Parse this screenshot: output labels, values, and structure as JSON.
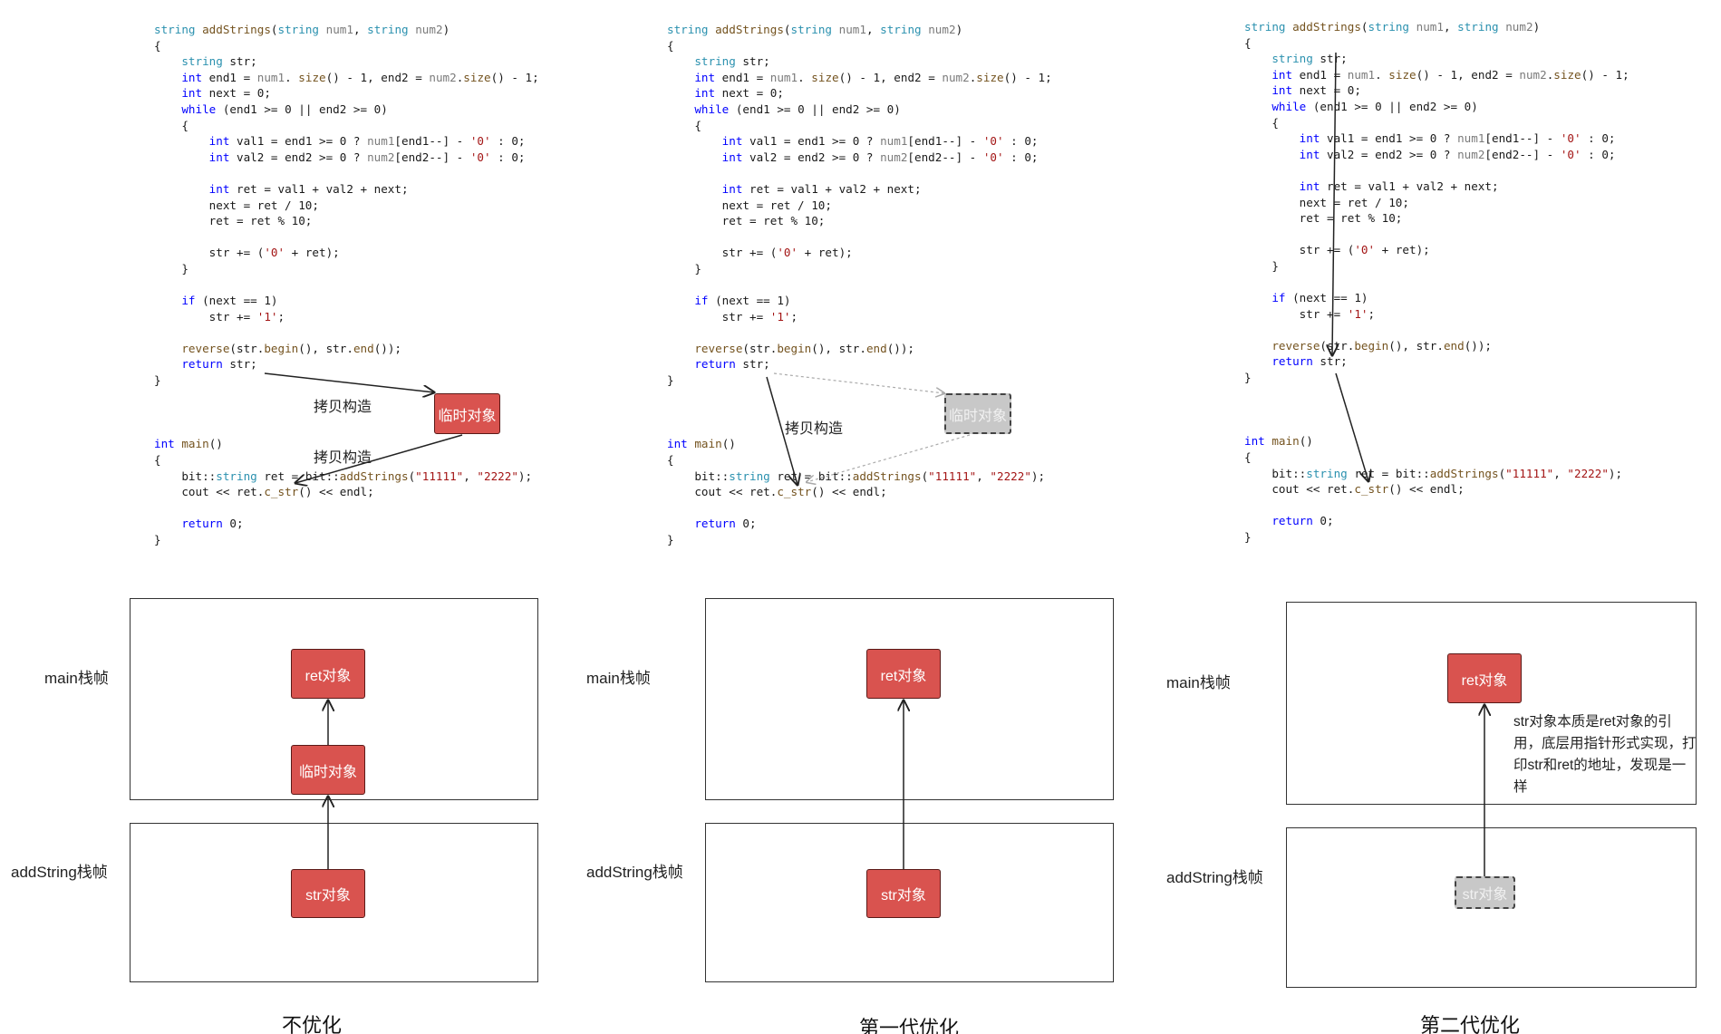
{
  "panels": [
    {
      "caption": "不优化",
      "main_label": "main栈帧",
      "add_label": "addString栈帧",
      "code_annotations": [
        "拷贝构造",
        "拷贝构造"
      ],
      "code_temp_object": "临时对象",
      "stack_objects": {
        "ret": "ret对象",
        "temp": "临时对象",
        "str": "str对象"
      }
    },
    {
      "caption": "第一代优化",
      "main_label": "main栈帧",
      "add_label": "addString栈帧",
      "code_annotations": [
        "拷贝构造"
      ],
      "code_temp_object": "临时对象",
      "stack_objects": {
        "ret": "ret对象",
        "str": "str对象"
      }
    },
    {
      "caption": "第二代优化",
      "main_label": "main栈帧",
      "add_label": "addString栈帧",
      "note": "str对象本质是ret对象的引用，底层用指针形式实现，打印str和ret的地址，发现是一样",
      "stack_objects": {
        "ret": "ret对象",
        "str": "str对象"
      }
    }
  ],
  "code_lines": [
    [
      [
        "ty",
        "string"
      ],
      [
        "",
        " "
      ],
      [
        "fn",
        "addStrings"
      ],
      [
        "",
        "("
      ],
      [
        "ty",
        "string"
      ],
      [
        "",
        " "
      ],
      [
        "op",
        "num1"
      ],
      [
        "",
        ", "
      ],
      [
        "ty",
        "string"
      ],
      [
        "",
        " "
      ],
      [
        "op",
        "num2"
      ],
      [
        "",
        ")"
      ]
    ],
    [
      [
        "",
        "{"
      ]
    ],
    [
      [
        "",
        "    "
      ],
      [
        "ty",
        "string"
      ],
      [
        "",
        " str;"
      ]
    ],
    [
      [
        "",
        "    "
      ],
      [
        "kw",
        "int"
      ],
      [
        "",
        " end1 = "
      ],
      [
        "op",
        "num1"
      ],
      [
        "",
        ". "
      ],
      [
        "fn",
        "size"
      ],
      [
        "",
        "() - 1, end2 = "
      ],
      [
        "op",
        "num2"
      ],
      [
        "",
        "."
      ],
      [
        "fn",
        "size"
      ],
      [
        "",
        "() - 1;"
      ]
    ],
    [
      [
        "",
        "    "
      ],
      [
        "kw",
        "int"
      ],
      [
        "",
        " next = 0;"
      ]
    ],
    [
      [
        "",
        "    "
      ],
      [
        "kw",
        "while"
      ],
      [
        "",
        " (end1 >= 0 || end2 >= 0)"
      ]
    ],
    [
      [
        "",
        "    {"
      ]
    ],
    [
      [
        "",
        "        "
      ],
      [
        "kw",
        "int"
      ],
      [
        "",
        " val1 = end1 >= 0 ? "
      ],
      [
        "op",
        "num1"
      ],
      [
        "",
        "[end1--] - "
      ],
      [
        "ch",
        "'0'"
      ],
      [
        "",
        " : 0;"
      ]
    ],
    [
      [
        "",
        "        "
      ],
      [
        "kw",
        "int"
      ],
      [
        "",
        " val2 = end2 >= 0 ? "
      ],
      [
        "op",
        "num2"
      ],
      [
        "",
        "[end2--] - "
      ],
      [
        "ch",
        "'0'"
      ],
      [
        "",
        " : 0;"
      ]
    ],
    [
      [
        "",
        ""
      ]
    ],
    [
      [
        "",
        "        "
      ],
      [
        "kw",
        "int"
      ],
      [
        "",
        " ret = val1 + val2 + next;"
      ]
    ],
    [
      [
        "",
        "        next = ret / 10;"
      ]
    ],
    [
      [
        "",
        "        ret = ret % 10;"
      ]
    ],
    [
      [
        "",
        ""
      ]
    ],
    [
      [
        "",
        "        str += ("
      ],
      [
        "ch",
        "'0'"
      ],
      [
        "",
        " + ret);"
      ]
    ],
    [
      [
        "",
        "    }"
      ]
    ],
    [
      [
        "",
        ""
      ]
    ],
    [
      [
        "",
        "    "
      ],
      [
        "kw",
        "if"
      ],
      [
        "",
        " (next == 1)"
      ]
    ],
    [
      [
        "",
        "        str += "
      ],
      [
        "ch",
        "'1'"
      ],
      [
        "",
        ";"
      ]
    ],
    [
      [
        "",
        ""
      ]
    ],
    [
      [
        "",
        "    "
      ],
      [
        "fn",
        "reverse"
      ],
      [
        "",
        "(str."
      ],
      [
        "fn",
        "begin"
      ],
      [
        "",
        "(), str."
      ],
      [
        "fn",
        "end"
      ],
      [
        "",
        "());"
      ]
    ],
    [
      [
        "",
        "    "
      ],
      [
        "kw",
        "return"
      ],
      [
        "",
        " str;"
      ]
    ],
    [
      [
        "",
        "}"
      ]
    ],
    [
      [
        "",
        ""
      ]
    ],
    [
      [
        "",
        ""
      ]
    ],
    [
      [
        "",
        " "
      ]
    ],
    [
      [
        "kw",
        "int"
      ],
      [
        "",
        " "
      ],
      [
        "fn",
        "main"
      ],
      [
        "",
        "()"
      ]
    ],
    [
      [
        "",
        "{"
      ]
    ],
    [
      [
        "",
        "    bit::"
      ],
      [
        "ty",
        "string"
      ],
      [
        "",
        " ret = bit::"
      ],
      [
        "fn",
        "addStrings"
      ],
      [
        "",
        "("
      ],
      [
        "st",
        "\"11111\""
      ],
      [
        "",
        ", "
      ],
      [
        "st",
        "\"2222\""
      ],
      [
        "",
        ");"
      ]
    ],
    [
      [
        "",
        "    cout << ret."
      ],
      [
        "fn",
        "c_str"
      ],
      [
        "",
        "() << endl;"
      ]
    ],
    [
      [
        "",
        ""
      ]
    ],
    [
      [
        "",
        "    "
      ],
      [
        "kw",
        "return"
      ],
      [
        "",
        " 0;"
      ]
    ],
    [
      [
        "",
        "}"
      ]
    ]
  ]
}
